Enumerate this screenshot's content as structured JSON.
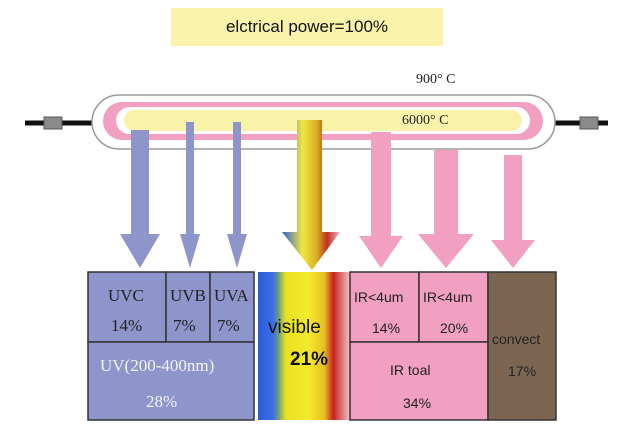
{
  "title": "elctrical power=100%",
  "tube": {
    "outer_temp": "900° C",
    "inner_temp": "6000° C"
  },
  "colors": {
    "uv": "#8d95cb",
    "ir": "#f1a0c2",
    "convect": "#7c6652",
    "title_bg": "#f8f3a8"
  },
  "table": {
    "uvc": {
      "label": "UVC",
      "value": "14%"
    },
    "uvb": {
      "label": "UVB",
      "value": "7%"
    },
    "uva": {
      "label": "UVA",
      "value": "7%"
    },
    "uv_total": {
      "label": "UV(200-400nm)",
      "value": "28%"
    },
    "visible": {
      "label": "visible",
      "value": "21%"
    },
    "ir1": {
      "label": "IR<4um",
      "value": "14%"
    },
    "ir2": {
      "label": "IR<4um",
      "value": "20%"
    },
    "ir_total": {
      "label": "IR toal",
      "value": "34%"
    },
    "convect": {
      "label": "convect",
      "value": "17%"
    }
  }
}
